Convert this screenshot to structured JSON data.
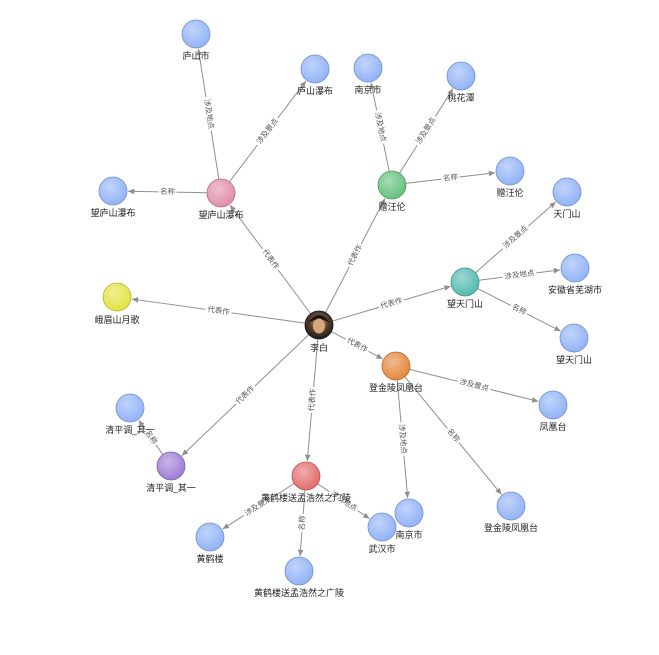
{
  "palette": {
    "person": "#2b2b2b",
    "poem_pink": "#e08aa5",
    "poem_green": "#5fbf78",
    "poem_teal": "#4fb8ad",
    "poem_yellow": "#e1e23a",
    "poem_orange": "#e48436",
    "poem_purple": "#9b79d3",
    "poem_red": "#e36868",
    "entity_blue": "#8fb1f7"
  },
  "nodes": [
    {
      "id": "libai",
      "label": "李白",
      "color": "person",
      "icon": "portrait-icon"
    },
    {
      "id": "wanglushan",
      "label": "望庐山瀑布",
      "color": "poem_pink"
    },
    {
      "id": "zengwanglun",
      "label": "赠汪伦",
      "color": "poem_green"
    },
    {
      "id": "wangtianmen",
      "label": "望天门山",
      "color": "poem_teal"
    },
    {
      "id": "emei",
      "label": "峨眉山月歌",
      "color": "poem_yellow"
    },
    {
      "id": "jinling",
      "label": "登金陵凤凰台",
      "color": "poem_orange"
    },
    {
      "id": "qingping",
      "label": "清平调_其一",
      "color": "poem_purple"
    },
    {
      "id": "huanghelou",
      "label": "黄鹤楼送孟浩然之广陵",
      "color": "poem_red"
    },
    {
      "id": "lushanshi",
      "label": "庐山市",
      "color": "entity_blue"
    },
    {
      "id": "lushanpubu",
      "label": "庐山瀑布",
      "color": "entity_blue"
    },
    {
      "id": "wlspubu2",
      "label": "望庐山瀑布",
      "color": "entity_blue"
    },
    {
      "id": "nanjing1",
      "label": "南京市",
      "color": "entity_blue"
    },
    {
      "id": "taohuatan",
      "label": "桃花潭",
      "color": "entity_blue"
    },
    {
      "id": "zwl2",
      "label": "赠汪伦",
      "color": "entity_blue"
    },
    {
      "id": "tianmenshan",
      "label": "天门山",
      "color": "entity_blue"
    },
    {
      "id": "wuhu",
      "label": "安徽省芜湖市",
      "color": "entity_blue"
    },
    {
      "id": "wtms2",
      "label": "望天门山",
      "color": "entity_blue"
    },
    {
      "id": "fenghuangtai",
      "label": "凤凰台",
      "color": "entity_blue"
    },
    {
      "id": "jlfht2",
      "label": "登金陵凤凰台",
      "color": "entity_blue"
    },
    {
      "id": "nanjing2",
      "label": "南京市",
      "color": "entity_blue"
    },
    {
      "id": "wuhan",
      "label": "武汉市",
      "color": "entity_blue"
    },
    {
      "id": "hhlsm2",
      "label": "黄鹤楼送孟浩然之广陵",
      "color": "entity_blue"
    },
    {
      "id": "huanghelou_place",
      "label": "黄鹤楼",
      "color": "entity_blue"
    },
    {
      "id": "qpd2",
      "label": "清平调_其一",
      "color": "entity_blue"
    }
  ],
  "edges": [
    {
      "from": "libai",
      "to": "wanglushan",
      "label": "代表作"
    },
    {
      "from": "libai",
      "to": "zengwanglun",
      "label": "代表作"
    },
    {
      "from": "libai",
      "to": "wangtianmen",
      "label": "代表作"
    },
    {
      "from": "libai",
      "to": "emei",
      "label": "代表作"
    },
    {
      "from": "libai",
      "to": "jinling",
      "label": "代表作"
    },
    {
      "from": "libai",
      "to": "qingping",
      "label": "代表作"
    },
    {
      "from": "libai",
      "to": "huanghelou",
      "label": "代表作"
    },
    {
      "from": "wanglushan",
      "to": "lushanshi",
      "label": "涉及地点"
    },
    {
      "from": "wanglushan",
      "to": "lushanpubu",
      "label": "涉及景点"
    },
    {
      "from": "wanglushan",
      "to": "wlspubu2",
      "label": "名称"
    },
    {
      "from": "zengwanglun",
      "to": "nanjing1",
      "label": "涉及地点"
    },
    {
      "from": "zengwanglun",
      "to": "taohuatan",
      "label": "涉及景点"
    },
    {
      "from": "zengwanglun",
      "to": "zwl2",
      "label": "名称"
    },
    {
      "from": "wangtianmen",
      "to": "tianmenshan",
      "label": "涉及景点"
    },
    {
      "from": "wangtianmen",
      "to": "wuhu",
      "label": "涉及地点"
    },
    {
      "from": "wangtianmen",
      "to": "wtms2",
      "label": "名称"
    },
    {
      "from": "jinling",
      "to": "fenghuangtai",
      "label": "涉及景点"
    },
    {
      "from": "jinling",
      "to": "jlfht2",
      "label": "名称"
    },
    {
      "from": "jinling",
      "to": "nanjing2",
      "label": "涉及地点"
    },
    {
      "from": "huanghelou",
      "to": "wuhan",
      "label": "涉及地点"
    },
    {
      "from": "huanghelou",
      "to": "hhlsm2",
      "label": "名称"
    },
    {
      "from": "huanghelou",
      "to": "huanghelou_place",
      "label": "涉及景点"
    },
    {
      "from": "qingping",
      "to": "qpd2",
      "label": "名称"
    }
  ]
}
